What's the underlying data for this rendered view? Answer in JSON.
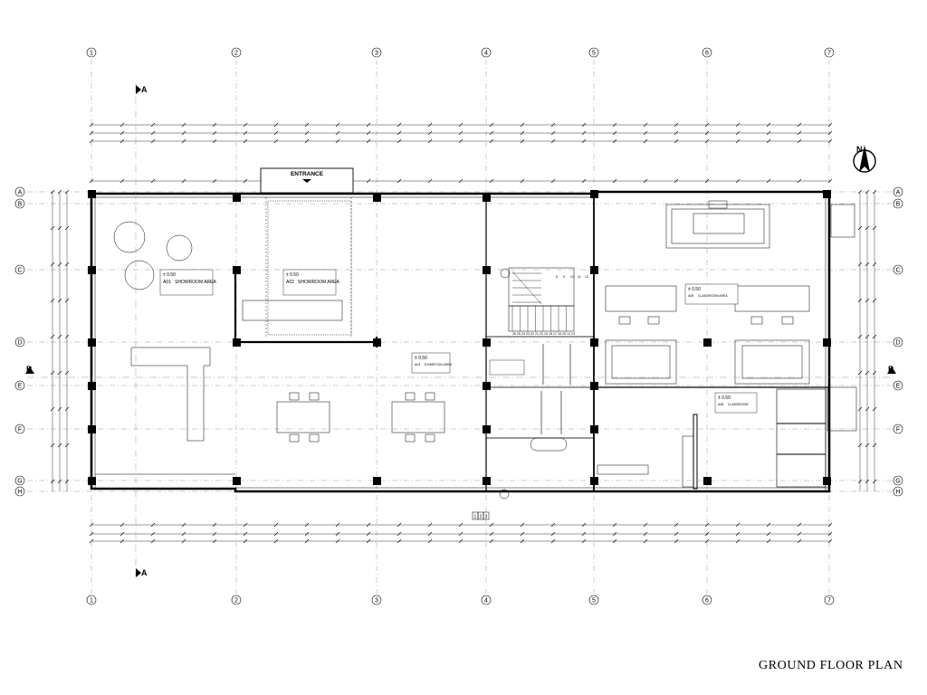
{
  "title": "GROUND FLOOR PLAN",
  "entrance_label": "ENTRANCE",
  "north_label": "N",
  "section_marks": {
    "a": "A",
    "b": "B"
  },
  "grid_columns": [
    "1",
    "2",
    "3",
    "4",
    "5",
    "6",
    "7"
  ],
  "grid_rows": [
    "A",
    "B",
    "C",
    "D",
    "E",
    "F",
    "G",
    "H"
  ],
  "stair_numbers_top": [
    "8",
    "9",
    "10",
    "11",
    "12"
  ],
  "stair_numbers_bottom": [
    "26",
    "25",
    "24",
    "23",
    "22",
    "21",
    "20",
    "19",
    "18",
    "17",
    "16",
    "15",
    "14",
    "13"
  ],
  "door_marks": [
    "1",
    "2",
    "3"
  ],
  "rooms": [
    {
      "id": "A01",
      "level": "± 0.50",
      "name": "SHOWROOM AREA"
    },
    {
      "id": "A02",
      "level": "± 0.50",
      "name": "SHOWROOM AREA"
    },
    {
      "id": "A03",
      "level": "± 0.50",
      "name": "EXHIBITION AREA"
    },
    {
      "id": "A05",
      "level": "± 0.50",
      "name": "CLASSROOM AREA"
    },
    {
      "id": "A06",
      "level": "± 0.50",
      "name": "CLASSROOM"
    }
  ],
  "colors": {
    "line": "#000000",
    "grid": "#9a9a9a",
    "background": "#ffffff"
  }
}
